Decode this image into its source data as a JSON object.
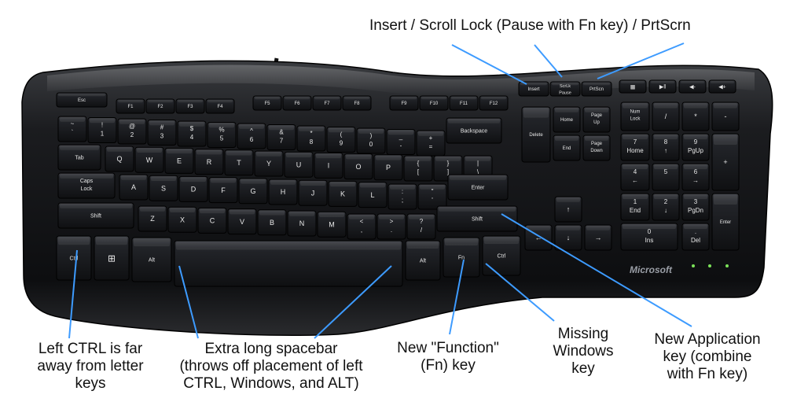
{
  "annotations": {
    "top": "Insert / Scroll Lock (Pause with Fn key) / PrtScrn",
    "left_ctrl": [
      "Left CTRL is far",
      "away from letter",
      "keys"
    ],
    "spacebar": [
      "Extra long spacebar",
      "(throws off placement of left",
      "CTRL, Windows, and ALT)"
    ],
    "fn": [
      "New \"Function\"",
      "(Fn) key"
    ],
    "windows": [
      "Missing",
      "Windows",
      "key"
    ],
    "app": [
      "New Application",
      "key (combine",
      "with Fn key)"
    ]
  },
  "keyboard": {
    "brand": "Microsoft",
    "esc": "Esc",
    "fkeys": [
      "F1",
      "F2",
      "F3",
      "F4",
      "F5",
      "F6",
      "F7",
      "F8",
      "F9",
      "F10",
      "F11",
      "F12"
    ],
    "nav_top": [
      "Insert",
      "ScrLk",
      "PrtScn"
    ],
    "scrlk_sub": "Pause",
    "media_keys": [
      "calculator",
      "play-pause",
      "volume-down",
      "volume-up"
    ],
    "row_num": [
      [
        "~",
        "`"
      ],
      [
        "!",
        "1"
      ],
      [
        "@",
        "2"
      ],
      [
        "#",
        "3"
      ],
      [
        "$",
        "4"
      ],
      [
        "%",
        "5"
      ],
      [
        "^",
        "6"
      ],
      [
        "&",
        "7"
      ],
      [
        "*",
        "8"
      ],
      [
        "(",
        "9"
      ],
      [
        ")",
        "0"
      ],
      [
        "_",
        "-"
      ],
      [
        "+",
        "="
      ]
    ],
    "backspace": "Backspace",
    "tab": "Tab",
    "row_q": [
      "Q",
      "W",
      "E",
      "R",
      "T",
      "Y",
      "U",
      "I",
      "O",
      "P"
    ],
    "row_q_extra": [
      [
        "{",
        "["
      ],
      [
        "}",
        "]"
      ],
      [
        "|",
        "\\"
      ]
    ],
    "caps": [
      "Caps",
      "Lock"
    ],
    "row_a": [
      "A",
      "S",
      "D",
      "F",
      "G",
      "H",
      "J",
      "K",
      "L"
    ],
    "row_a_extra": [
      [
        ":",
        ";"
      ],
      [
        "\"",
        "'"
      ]
    ],
    "enter": "Enter",
    "shift": "Shift",
    "row_z": [
      "Z",
      "X",
      "C",
      "V",
      "B",
      "N",
      "M"
    ],
    "row_z_extra": [
      [
        "<",
        ","
      ],
      [
        ">",
        "."
      ],
      [
        "?",
        "/"
      ]
    ],
    "ctrl": "Ctrl",
    "alt": "Alt",
    "fn": "Fn",
    "nav": [
      "Delete",
      "Home",
      "Page Up",
      "End",
      "Page Down"
    ],
    "numpad": {
      "numlock": [
        "Num",
        "Lock"
      ],
      "ops": [
        "/",
        "*",
        "-",
        "+"
      ],
      "keys": [
        [
          "7",
          "Home"
        ],
        [
          "8",
          "↑"
        ],
        [
          "9",
          "PgUp"
        ],
        [
          "4",
          "←"
        ],
        [
          "5",
          ""
        ],
        [
          "6",
          "→"
        ],
        [
          "1",
          "End"
        ],
        [
          "2",
          "↓"
        ],
        [
          "3",
          "PgDn"
        ]
      ],
      "zero": [
        "0",
        "Ins"
      ],
      "dot": [
        ".",
        "Del"
      ],
      "enter": "Enter"
    }
  }
}
